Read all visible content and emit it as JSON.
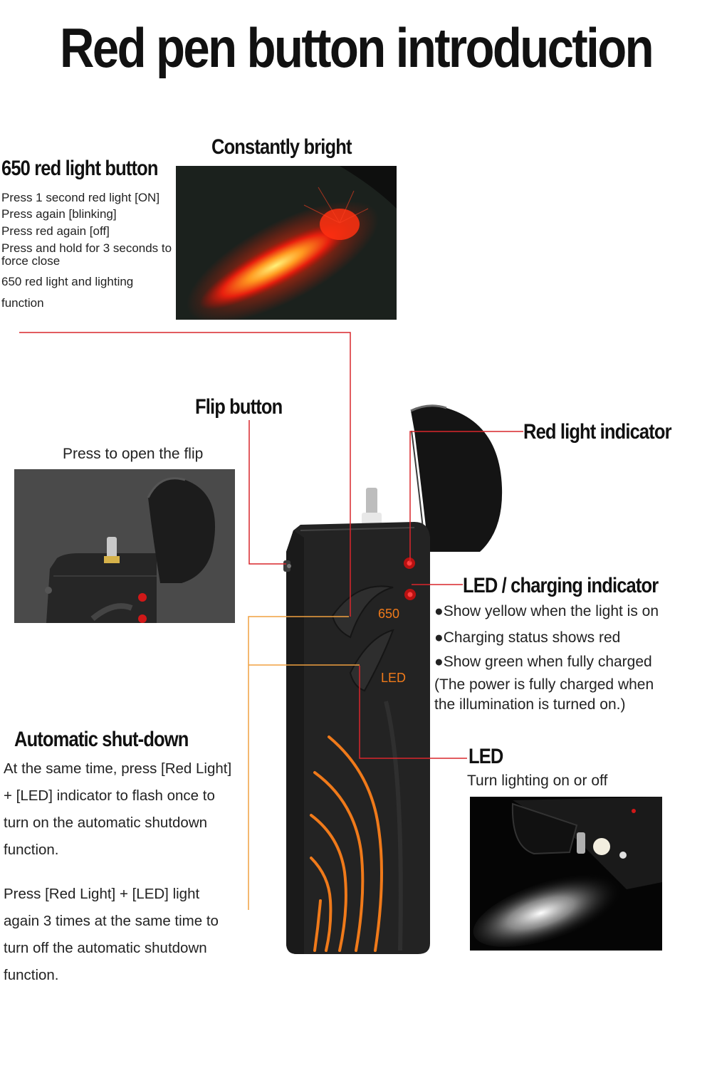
{
  "title": "Red pen button introduction",
  "constantly_bright": {
    "heading": "Constantly bright"
  },
  "red_light_button": {
    "heading": "650 red light button",
    "lines": [
      "Press 1 second red light [ON]",
      "Press again [blinking]",
      "Press red again [off]",
      "Press and hold for 3 seconds to",
      "force close",
      "650 red light and lighting",
      "function"
    ]
  },
  "flip_button": {
    "heading": "Flip button",
    "caption": "Press to open the flip"
  },
  "red_light_indicator": {
    "heading": "Red light indicator"
  },
  "led_charging": {
    "heading": "LED / charging indicator",
    "bullets": [
      "Show yellow when the light is on",
      "Charging status shows red",
      "Show green when fully charged"
    ],
    "note_lines": [
      "(The power is fully charged when",
      "the illumination is turned on.)"
    ]
  },
  "led": {
    "heading": "LED",
    "caption": "Turn lighting on or off"
  },
  "device": {
    "label_650": "650",
    "label_led": "LED"
  },
  "auto_shutdown": {
    "heading": "Automatic shut-down",
    "para1": [
      "At the same time, press [Red Light]",
      "+ [LED] indicator to flash once to",
      "turn on the automatic shutdown",
      "function."
    ],
    "para2": [
      "Press [Red Light] + [LED] light",
      "again 3 times at the same time to",
      "turn off the automatic shutdown",
      "function."
    ]
  },
  "colors": {
    "red_leader": "#d9262c",
    "orange_leader": "#f0a040",
    "orange_accent": "#f07a1a",
    "device_body": "#2a2a2a"
  }
}
